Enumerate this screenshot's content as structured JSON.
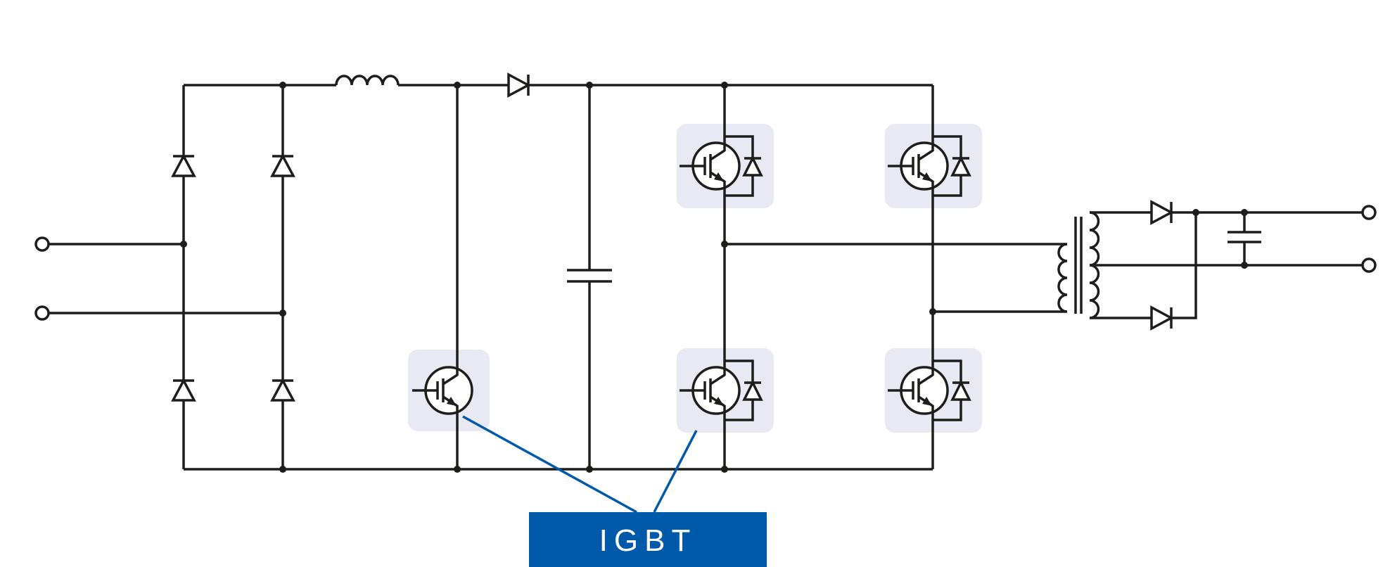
{
  "colors": {
    "line": "#1d1d1b",
    "accent": "#0059a9",
    "highlight": "#e9e9f4",
    "label_text": "#ffffff"
  },
  "callout": {
    "label": "IGBT"
  },
  "diagram": {
    "type": "circuit-schematic",
    "subject": "switch-mode power supply with PFC boost stage and IGBT full-bridge inverter",
    "components": [
      {
        "name": "ac-input-terminals",
        "count": 2
      },
      {
        "name": "bridge-rectifier-diode",
        "count": 4
      },
      {
        "name": "boost-inductor",
        "count": 1
      },
      {
        "name": "pfc-igbt",
        "count": 1,
        "highlighted": true
      },
      {
        "name": "boost-diode",
        "count": 1
      },
      {
        "name": "dc-link-capacitor",
        "count": 1
      },
      {
        "name": "bridge-igbt-with-freewheel-diode",
        "count": 4,
        "highlighted": true
      },
      {
        "name": "transformer",
        "count": 1
      },
      {
        "name": "output-rectifier-diode",
        "count": 2
      },
      {
        "name": "output-capacitor",
        "count": 1
      },
      {
        "name": "dc-output-terminals",
        "count": 2
      }
    ]
  }
}
